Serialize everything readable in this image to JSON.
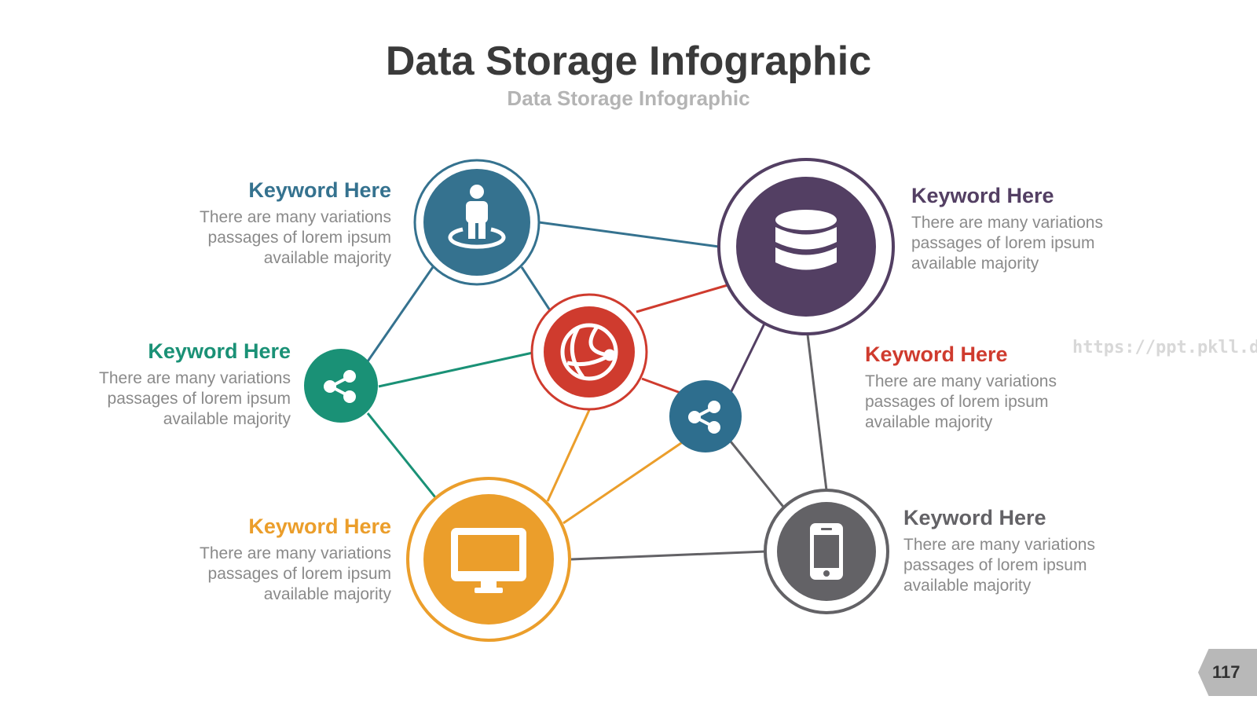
{
  "title": "Data Storage Infographic",
  "subtitle": "Data Storage Infographic",
  "watermark": "https://ppt.pkll.de",
  "page_number": "117",
  "colors": {
    "blue": "#35728f",
    "purple": "#533f63",
    "teal": "#1a9176",
    "red": "#cf3b2e",
    "orange": "#eb9e2b",
    "gray": "#636266",
    "steel": "#2e6e8e"
  },
  "nodes": [
    {
      "id": "user",
      "icon": "user-icon",
      "color": "#35728f"
    },
    {
      "id": "database",
      "icon": "database-icon",
      "color": "#533f63"
    },
    {
      "id": "share-left",
      "icon": "share-icon",
      "color": "#1a9176"
    },
    {
      "id": "globe",
      "icon": "globe-icon",
      "color": "#cf3b2e"
    },
    {
      "id": "share-center",
      "icon": "share-icon",
      "color": "#2e6e8e"
    },
    {
      "id": "monitor",
      "icon": "monitor-icon",
      "color": "#eb9e2b"
    },
    {
      "id": "phone",
      "icon": "phone-icon",
      "color": "#636266"
    }
  ],
  "blocks": [
    {
      "keyword": "Keyword Here",
      "line1": "There are many variations",
      "line2": "passages of lorem ipsum",
      "line3": "available  majority",
      "color": "#35728f"
    },
    {
      "keyword": "Keyword Here",
      "line1": "There are many variations",
      "line2": "passages of lorem ipsum",
      "line3": "available  majority",
      "color": "#1a9176"
    },
    {
      "keyword": "Keyword Here",
      "line1": "There are many variations",
      "line2": "passages of lorem ipsum",
      "line3": "available  majority",
      "color": "#eb9e2b"
    },
    {
      "keyword": "Keyword Here",
      "line1": "There are many variations",
      "line2": "passages of lorem ipsum",
      "line3": "available  majority",
      "color": "#533f63"
    },
    {
      "keyword": "Keyword Here",
      "line1": "There are many variations",
      "line2": "passages of lorem ipsum",
      "line3": "available  majority",
      "color": "#cf3b2e"
    },
    {
      "keyword": "Keyword Here",
      "line1": "There are many variations",
      "line2": "passages of lorem ipsum",
      "line3": "available  majority",
      "color": "#636266"
    }
  ]
}
